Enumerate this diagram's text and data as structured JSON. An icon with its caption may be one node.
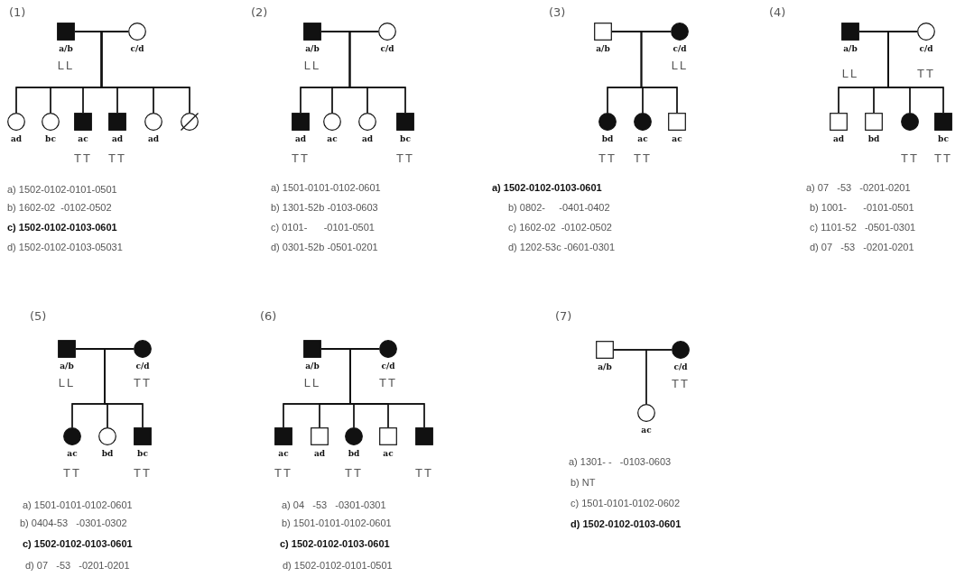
{
  "diagram": {
    "nodes": [
      {
        "text": [],
        "shape": "filled-square",
        "beside": [
          "a/b",
          "LL"
        ]
      },
      {
        "text": [],
        "shape": "circle",
        "beside": [
          "c/d"
        ]
      },
      {
        "text": [],
        "shape": "circle",
        "beside": [
          "ad"
        ]
      },
      {
        "text": [],
        "shape": "circle",
        "beside": [
          "bc"
        ]
      },
      {
        "text": [],
        "shape": "filled-square",
        "beside": [
          "ac",
          "TT"
        ]
      },
      {
        "text": [],
        "shape": "filled-square",
        "beside": [
          "ad",
          "TT"
        ]
      },
      {
        "text": [],
        "shape": "circle",
        "beside": [
          "ad"
        ]
      },
      {
        "text": [],
        "shape": "crossed-circle"
      },
      {
        "text": [],
        "shape": "filled-square",
        "beside": [
          "a/b",
          "LL"
        ]
      },
      {
        "text": [],
        "shape": "circle",
        "beside": [
          "c/d"
        ]
      },
      {
        "text": [],
        "shape": "filled-square",
        "beside": [
          "ad",
          "TT"
        ]
      },
      {
        "text": [],
        "shape": "circle",
        "beside": [
          "ac"
        ]
      },
      {
        "text": [],
        "shape": "circle",
        "beside": [
          "ad"
        ]
      },
      {
        "text": [],
        "shape": "filled-square",
        "beside": [
          "bc",
          "TT"
        ]
      },
      {
        "text": [],
        "shape": "square",
        "beside": [
          "a/b"
        ]
      },
      {
        "text": [],
        "shape": "filled-circle",
        "beside": [
          "c/d",
          "LL"
        ]
      },
      {
        "text": [],
        "shape": "filled-circle",
        "beside": [
          "bd",
          "TT"
        ]
      },
      {
        "text": [],
        "shape": "filled-circle",
        "beside": [
          "ac",
          "TT"
        ]
      },
      {
        "text": [],
        "shape": "square",
        "beside": [
          "ac"
        ]
      },
      {
        "text": [],
        "shape": "filled-square",
        "beside": [
          "a/b",
          "LL"
        ]
      },
      {
        "text": [],
        "shape": "circle",
        "beside": [
          "c/d",
          "TT"
        ]
      },
      {
        "text": [],
        "shape": "square",
        "beside": [
          "ad"
        ]
      },
      {
        "text": [],
        "shape": "square",
        "beside": [
          "bd"
        ]
      },
      {
        "text": [],
        "shape": "filled-circle",
        "beside": [
          "TT"
        ]
      },
      {
        "text": [],
        "shape": "filled-square",
        "beside": [
          "bc",
          "TT"
        ]
      },
      {
        "text": [],
        "shape": "filled-square",
        "beside": [
          "a/b",
          "LL"
        ]
      },
      {
        "text": [],
        "shape": "filled-circle",
        "beside": [
          "c/d",
          "TT"
        ]
      },
      {
        "text": [],
        "shape": "filled-circle",
        "beside": [
          "ac",
          "TT"
        ]
      },
      {
        "text": [],
        "shape": "circle",
        "beside": [
          "bd"
        ]
      },
      {
        "text": [],
        "shape": "filled-square",
        "beside": [
          "bc",
          "TT"
        ]
      },
      {
        "text": [],
        "shape": "filled-square",
        "beside": [
          "a/b",
          "LL"
        ]
      },
      {
        "text": [],
        "shape": "filled-circle",
        "beside": [
          "c/d",
          "TT"
        ]
      },
      {
        "text": [],
        "shape": "filled-square",
        "beside": [
          "ac",
          "TT"
        ]
      },
      {
        "text": [],
        "shape": "square",
        "beside": [
          "ad"
        ]
      },
      {
        "text": [],
        "shape": "filled-circle",
        "beside": [
          "bd",
          "TT"
        ]
      },
      {
        "text": [],
        "shape": "square",
        "beside": [
          "ac"
        ]
      },
      {
        "text": [],
        "shape": "filled-square",
        "beside": [
          "TT"
        ]
      },
      {
        "text": [],
        "shape": "square",
        "beside": [
          "a/b"
        ]
      },
      {
        "text": [],
        "shape": "filled-circle",
        "beside": [
          "c/d",
          "TT"
        ]
      },
      {
        "text": [],
        "shape": "circle",
        "beside": [
          "ac"
        ]
      }
    ],
    "edges": [
      {
        "from": 0,
        "to": 1,
        "arrow": "none"
      },
      {
        "from": 0,
        "to": 2,
        "arrow": "none"
      },
      {
        "from": 1,
        "to": 2,
        "arrow": "none"
      },
      {
        "from": 0,
        "to": 3,
        "arrow": "none"
      },
      {
        "from": 1,
        "to": 3,
        "arrow": "none"
      },
      {
        "from": 0,
        "to": 4,
        "arrow": "none"
      },
      {
        "from": 1,
        "to": 4,
        "arrow": "none"
      },
      {
        "from": 0,
        "to": 5,
        "arrow": "none"
      },
      {
        "from": 1,
        "to": 5,
        "arrow": "none"
      },
      {
        "from": 0,
        "to": 6,
        "arrow": "none"
      },
      {
        "from": 1,
        "to": 6,
        "arrow": "none"
      },
      {
        "from": 0,
        "to": 7,
        "arrow": "none"
      },
      {
        "from": 1,
        "to": 7,
        "arrow": "none"
      },
      {
        "from": 8,
        "to": 9,
        "arrow": "none"
      },
      {
        "from": 8,
        "to": 10,
        "arrow": "none"
      },
      {
        "from": 9,
        "to": 10,
        "arrow": "none"
      },
      {
        "from": 8,
        "to": 11,
        "arrow": "none"
      },
      {
        "from": 9,
        "to": 11,
        "arrow": "none"
      },
      {
        "from": 8,
        "to": 12,
        "arrow": "none"
      },
      {
        "from": 9,
        "to": 12,
        "arrow": "none"
      },
      {
        "from": 8,
        "to": 13,
        "arrow": "none"
      },
      {
        "from": 9,
        "to": 13,
        "arrow": "none"
      },
      {
        "from": 14,
        "to": 15,
        "arrow": "none"
      },
      {
        "from": 14,
        "to": 16,
        "arrow": "none"
      },
      {
        "from": 15,
        "to": 16,
        "arrow": "none"
      },
      {
        "from": 14,
        "to": 17,
        "arrow": "none"
      },
      {
        "from": 15,
        "to": 17,
        "arrow": "none"
      },
      {
        "from": 14,
        "to": 18,
        "arrow": "none"
      },
      {
        "from": 15,
        "to": 18,
        "arrow": "none"
      },
      {
        "from": 19,
        "to": 20,
        "arrow": "none"
      },
      {
        "from": 19,
        "to": 21,
        "arrow": "none"
      },
      {
        "from": 20,
        "to": 21,
        "arrow": "none"
      },
      {
        "from": 19,
        "to": 22,
        "arrow": "none"
      },
      {
        "from": 20,
        "to": 22,
        "arrow": "none"
      },
      {
        "from": 19,
        "to": 23,
        "arrow": "none"
      },
      {
        "from": 20,
        "to": 23,
        "arrow": "none"
      },
      {
        "from": 19,
        "to": 24,
        "arrow": "none"
      },
      {
        "from": 20,
        "to": 24,
        "arrow": "none"
      },
      {
        "from": 25,
        "to": 26,
        "arrow": "none"
      },
      {
        "from": 25,
        "to": 27,
        "arrow": "none"
      },
      {
        "from": 26,
        "to": 27,
        "arrow": "none"
      },
      {
        "from": 25,
        "to": 28,
        "arrow": "none"
      },
      {
        "from": 26,
        "to": 28,
        "arrow": "none"
      },
      {
        "from": 25,
        "to": 29,
        "arrow": "none"
      },
      {
        "from": 26,
        "to": 29,
        "arrow": "none"
      },
      {
        "from": 30,
        "to": 31,
        "arrow": "none"
      },
      {
        "from": 30,
        "to": 32,
        "arrow": "none"
      },
      {
        "from": 31,
        "to": 32,
        "arrow": "none"
      },
      {
        "from": 30,
        "to": 33,
        "arrow": "none"
      },
      {
        "from": 31,
        "to": 33,
        "arrow": "none"
      },
      {
        "from": 30,
        "to": 34,
        "arrow": "none"
      },
      {
        "from": 31,
        "to": 34,
        "arrow": "none"
      },
      {
        "from": 30,
        "to": 35,
        "arrow": "none"
      },
      {
        "from": 31,
        "to": 35,
        "arrow": "none"
      },
      {
        "from": 30,
        "to": 36,
        "arrow": "none"
      },
      {
        "from": 31,
        "to": 36,
        "arrow": "none"
      },
      {
        "from": 37,
        "to": 38,
        "arrow": "none"
      },
      {
        "from": 37,
        "to": 39,
        "arrow": "none"
      },
      {
        "from": 38,
        "to": 39,
        "arrow": "none"
      }
    ],
    "labels": [
      "(1)",
      "a) 1502-0102-0101-0501",
      "b) 1602-02  -0102-0502",
      "c) 1502-0102-0103-0601",
      "d) 1502-0102-0103-05031",
      "(2)",
      "a) 1501-0101-0102-0601",
      "b) 1301-52b -0103-0603",
      "c) 0101-      -0101-0501",
      "d) 0301-52b -0501-0201",
      "(3)",
      "a) 1502-0102-0103-0601",
      "b) 0802-     -0401-0402",
      "c) 1602-02  -0102-0502",
      "d) 1202-53c -0601-0301",
      "(4)",
      "a) 07   -53   -0201-0201",
      "b) 1001-      -0101-0501",
      "c) 1101-52   -0501-0301",
      "d) 07   -53   -0201-0201",
      "(5)",
      "a) 1501-0101-0102-0601",
      "b) 0404-53   -0301-0302",
      "c) 1502-0102-0103-0601",
      "d) 07   -53   -0201-0201",
      "(6)",
      "a) 04   -53   -0301-0301",
      "b) 1501-0101-0102-0601",
      "c) 1502-0102-0103-0601",
      "d) 1502-0102-0101-0501",
      "(7)",
      "a) 1301- -   -0103-0603",
      "b) NT",
      "c) 1501-0101-0102-0602",
      "d) 1502-0102-0103-0601"
    ]
  }
}
